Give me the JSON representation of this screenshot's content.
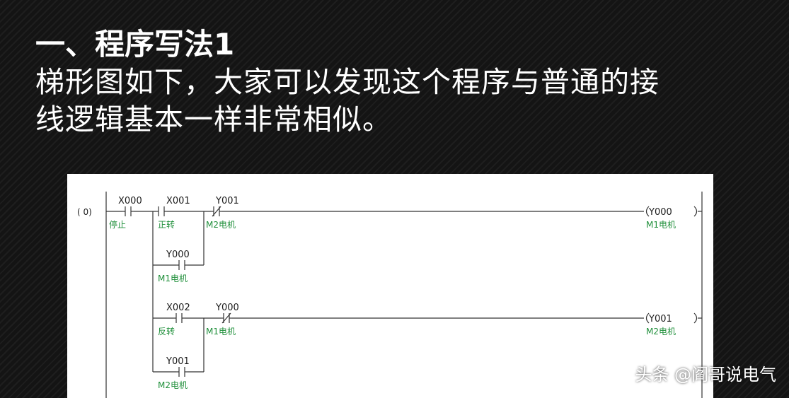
{
  "slide": {
    "heading": "一、程序写法1",
    "body_lines": [
      "梯形图如下，大家可以发现这个程序与普通的接",
      "线逻辑基本一样非常相似。"
    ]
  },
  "ladder": {
    "step_label": "( 0)",
    "rung1": {
      "contacts": [
        {
          "address": "X000",
          "comment": "停止",
          "type": "NO"
        },
        {
          "address": "X001",
          "comment": "正转",
          "type": "NO"
        },
        {
          "address": "Y001",
          "comment": "M2电机",
          "type": "NC"
        }
      ],
      "branch_contact": {
        "address": "Y000",
        "comment": "M1电机",
        "type": "NO"
      },
      "coil": {
        "address": "Y000",
        "comment": "M1电机"
      }
    },
    "rung2": {
      "contacts": [
        {
          "address": "X002",
          "comment": "反转",
          "type": "NO"
        },
        {
          "address": "Y000",
          "comment": "M1电机",
          "type": "NC"
        }
      ],
      "branch_contact": {
        "address": "Y001",
        "comment": "M2电机",
        "type": "NO"
      },
      "coil": {
        "address": "Y001",
        "comment": "M2电机"
      }
    }
  },
  "watermark": "头条 @阎哥说电气"
}
